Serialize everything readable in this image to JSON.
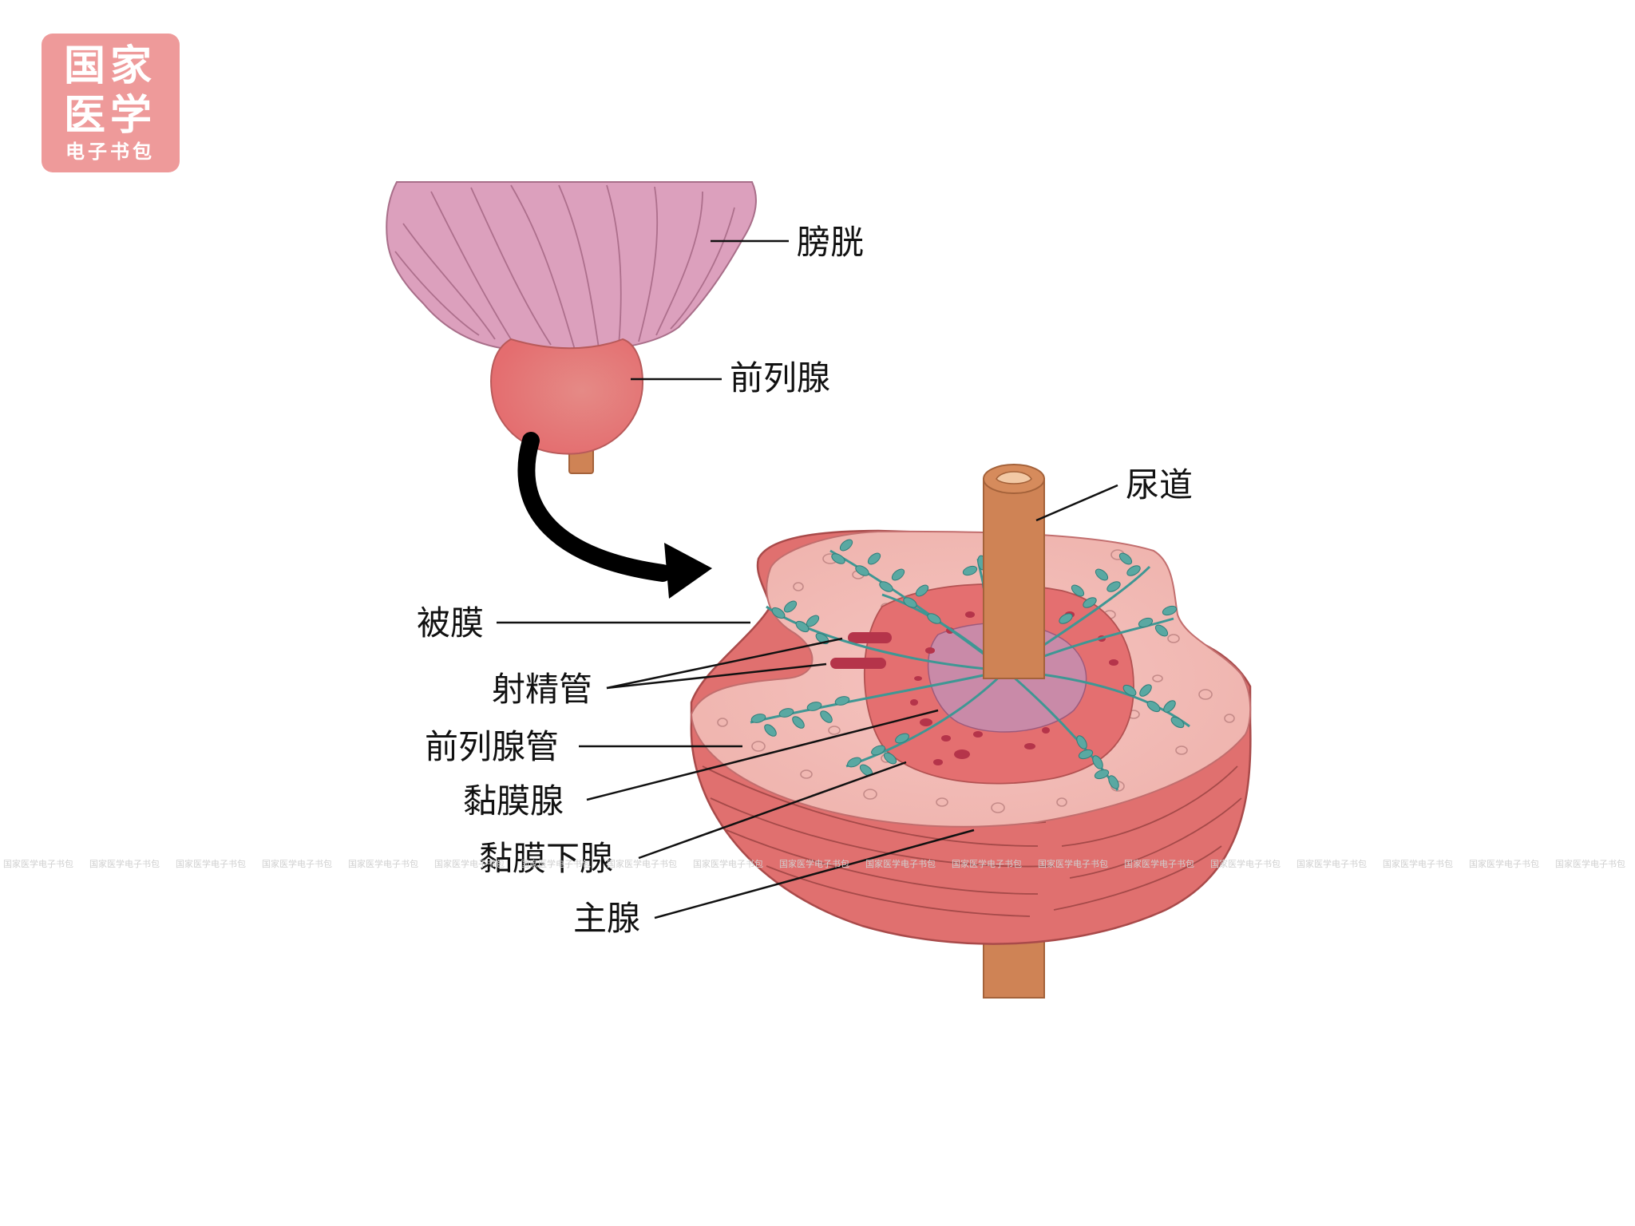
{
  "logo": {
    "line1": "国家",
    "line2": "医学",
    "line3": "电子书包",
    "color": "#ee9a9a"
  },
  "watermark": "国家医学电子书包",
  "labels": {
    "bladder": "膀胱",
    "prostate": "前列腺",
    "urethra": "尿道",
    "capsule": "被膜",
    "ejaculatory_duct": "射精管",
    "prostatic_duct": "前列腺管",
    "mucosal_gland": "黏膜腺",
    "submucosal_gland": "黏膜下腺",
    "main_gland": "主腺"
  },
  "colors": {
    "bladder": "#d99ab4",
    "prostate": "#e57b7b",
    "urethra": "#c97a50",
    "gland_body": "#e0706f",
    "cut_surface": "#f2b9b5",
    "duct": "#4aa3a0"
  }
}
